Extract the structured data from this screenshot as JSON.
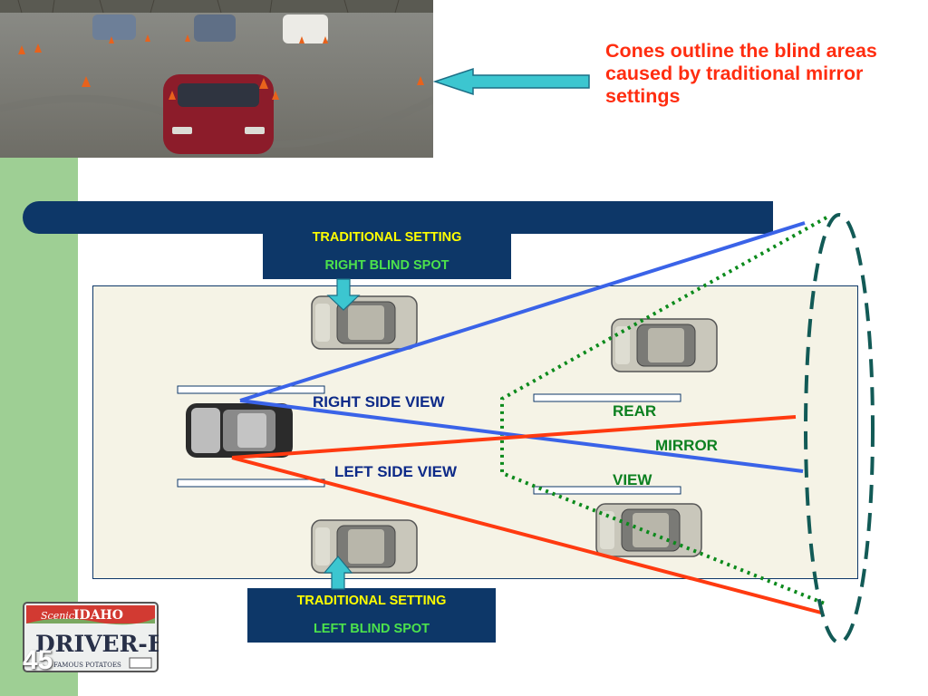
{
  "caption": "Cones outline the blind areas caused by traditional mirror settings",
  "right_box": {
    "line1": "TRADITIONAL SETTING",
    "line2": "RIGHT BLIND SPOT"
  },
  "left_box": {
    "line1": "TRADITIONAL SETTING",
    "line2": "LEFT BLIND SPOT"
  },
  "labels": {
    "right_side_view": "RIGHT SIDE VIEW",
    "left_side_view": "LEFT SIDE VIEW",
    "rear": "REAR",
    "mirror": "MIRROR",
    "view": "VIEW"
  },
  "plate": {
    "top_script": "Scenic",
    "state": "IDAHO",
    "main": "DRIVER-ED",
    "slogan": "FAMOUS POTATOES"
  },
  "slide_number": "45",
  "colors": {
    "navy": "#0d3768",
    "caption_red": "#ff2d10",
    "side_view_blue": "#3a63e8",
    "rear_view_red": "#ff3a10",
    "blind_dots_green": "#0c8a1c",
    "sidebar_green": "#9ecf94",
    "arrow_cyan": "#3cc6d0"
  },
  "icons": [
    "left-arrow-icon",
    "down-arrow-icon",
    "up-arrow-icon",
    "car-icon"
  ]
}
